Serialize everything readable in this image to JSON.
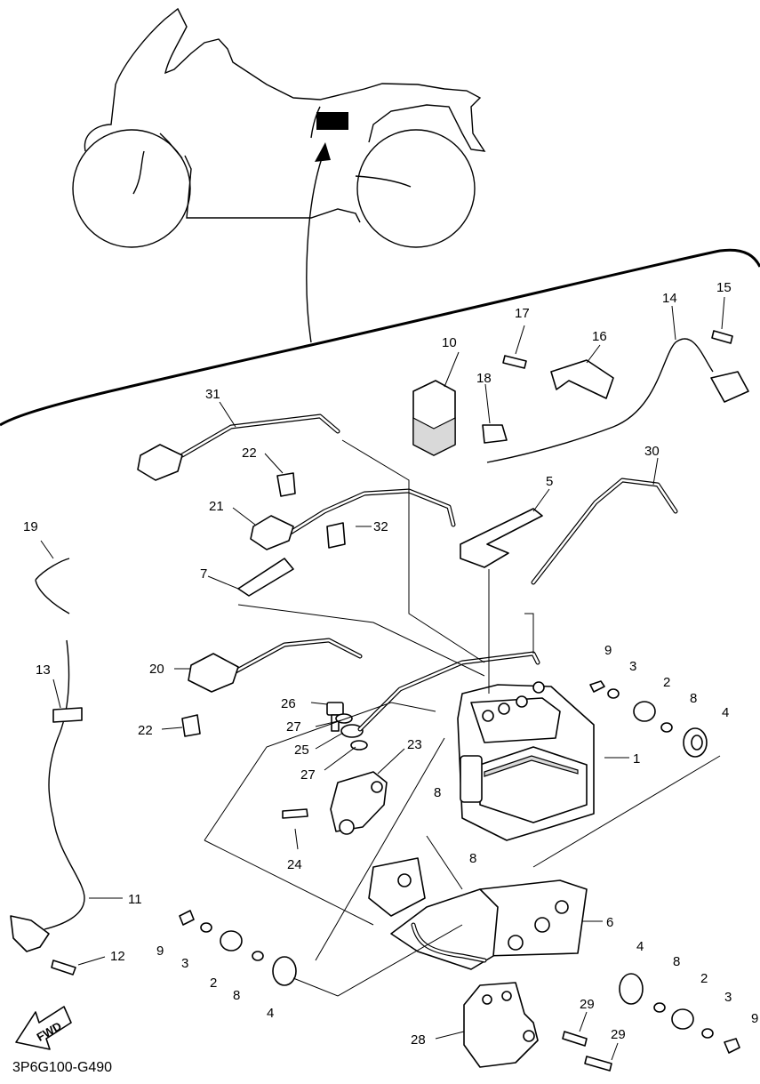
{
  "diagram_code": "3P6G100-G490",
  "fwd_label": "FWD",
  "callouts": {
    "c1": "1",
    "c2a": "2",
    "c2b": "2",
    "c2c": "2",
    "c3a": "3",
    "c3b": "3",
    "c3c": "3",
    "c4a": "4",
    "c4b": "4",
    "c4c": "4",
    "c5": "5",
    "c6": "6",
    "c7": "7",
    "c8a": "8",
    "c8b": "8",
    "c8c": "8",
    "c8d": "8",
    "c8e": "8",
    "c9a": "9",
    "c9b": "9",
    "c9c": "9",
    "c10": "10",
    "c11": "11",
    "c12": "12",
    "c13": "13",
    "c14": "14",
    "c15": "15",
    "c16": "16",
    "c17": "17",
    "c18": "18",
    "c19": "19",
    "c20": "20",
    "c21": "21",
    "c22a": "22",
    "c22b": "22",
    "c23": "23",
    "c24": "24",
    "c25": "25",
    "c26": "26",
    "c27a": "27",
    "c27b": "27",
    "c28": "28",
    "c29a": "29",
    "c29b": "29",
    "c30": "30",
    "c31": "31",
    "c32": "32"
  },
  "colors": {
    "line": "#000000",
    "background": "#ffffff",
    "shade": "#d9d9d9"
  }
}
